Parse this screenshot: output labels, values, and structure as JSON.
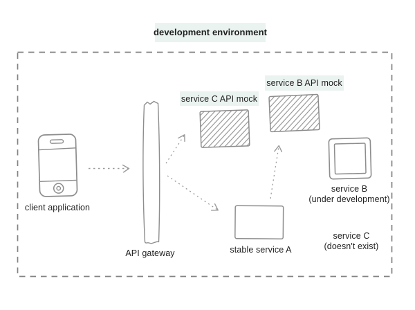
{
  "title": {
    "label": "development environment"
  },
  "colors": {
    "background": "#ffffff",
    "highlight": "#eaf3ef",
    "stroke_gray": "#8d8d8d",
    "arrow_gray": "#9a9a9a",
    "text": "#1f1f1f"
  },
  "environment": {
    "name": "development environment boundary",
    "border_style": "dashed"
  },
  "nodes": {
    "client": {
      "label": "client application",
      "icon": "smartphone-icon"
    },
    "gateway": {
      "label": "API gateway",
      "shape": "vertical-bar"
    },
    "mock_c": {
      "label": "service C API mock",
      "shape": "hatched-box"
    },
    "mock_b": {
      "label": "service B API mock",
      "shape": "hatched-box"
    },
    "service_a": {
      "label": "stable service A",
      "shape": "box"
    },
    "service_b": {
      "label": "service B",
      "sublabel": "(under development)",
      "shape": "double-box"
    },
    "service_c": {
      "label": "service C",
      "sublabel": "(doesn't exist)",
      "shape": "none"
    }
  },
  "arrows": [
    {
      "name": "client-to-gateway",
      "style": "dotted"
    },
    {
      "name": "gateway-to-mock-c",
      "style": "dotted"
    },
    {
      "name": "gateway-to-service-a",
      "style": "dotted"
    },
    {
      "name": "service-a-to-mock-b",
      "style": "dotted"
    }
  ]
}
